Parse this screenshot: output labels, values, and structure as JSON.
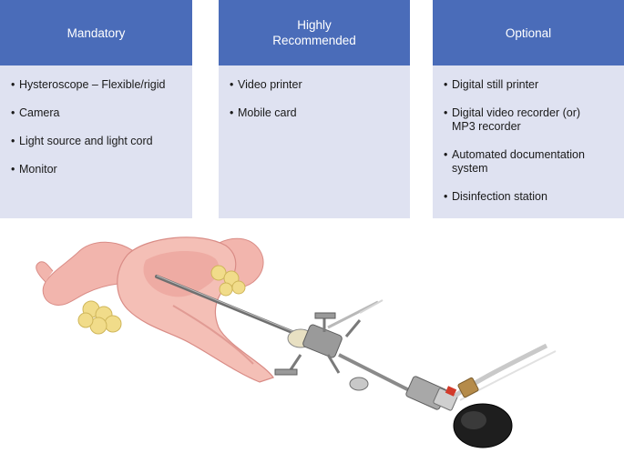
{
  "columns": [
    {
      "header": "Mandatory",
      "items": [
        "Hysteroscope – Flexible/rigid",
        "Camera",
        "Light source and light cord",
        "Monitor"
      ]
    },
    {
      "header": "Highly\nRecommended",
      "items": [
        "Video printer",
        "Mobile card"
      ]
    },
    {
      "header": "Optional",
      "items": [
        "Digital still printer",
        "Digital video recorder (or)\nMP3 recorder",
        "Automated documentation\nsystem",
        "Disinfection station"
      ]
    }
  ],
  "illustration": {
    "depicts": [
      "uterus-icon",
      "hysteroscope-icon",
      "camera-head-icon"
    ],
    "colors": {
      "uterus": "#f2b5ad",
      "ovary": "#f1dc8a",
      "instrument": "#8a8a8a",
      "eyepiece": "#1e1e1e"
    }
  }
}
